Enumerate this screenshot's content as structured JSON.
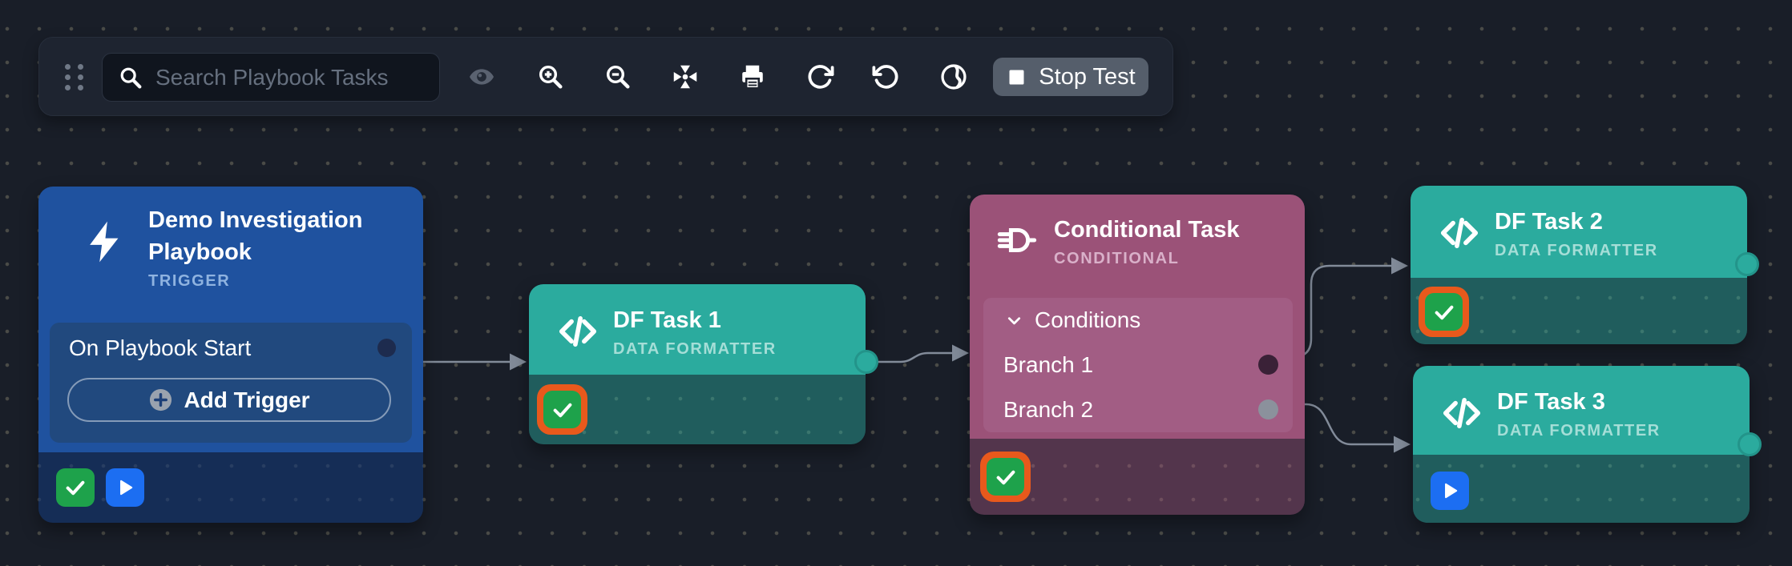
{
  "toolbar": {
    "search": {
      "placeholder": "Search Playbook Tasks",
      "value": ""
    },
    "stop_test_label": "Stop Test",
    "icon_names": [
      "drag-handle-icon",
      "search-icon",
      "eye-icon",
      "zoom-in-icon",
      "zoom-out-icon",
      "fit-view-icon",
      "print-icon",
      "redo-icon",
      "undo-icon",
      "globe-icon",
      "stop-icon"
    ]
  },
  "nodes": {
    "trigger": {
      "title": "Demo Investigation Playbook",
      "type_label": "TRIGGER",
      "start_row_label": "On Playbook Start",
      "add_trigger_label": "Add Trigger",
      "statuses": [
        "success",
        "run"
      ]
    },
    "df_task_1": {
      "title": "DF Task 1",
      "type_label": "DATA FORMATTER",
      "statuses": [
        "success-selected"
      ]
    },
    "conditional": {
      "title": "Conditional Task",
      "type_label": "CONDITIONAL",
      "conditions_label": "Conditions",
      "branches": [
        "Branch 1",
        "Branch 2"
      ],
      "statuses": [
        "success-selected"
      ]
    },
    "df_task_2": {
      "title": "DF Task 2",
      "type_label": "DATA FORMATTER",
      "statuses": [
        "success-selected"
      ]
    },
    "df_task_3": {
      "title": "DF Task 3",
      "type_label": "DATA FORMATTER",
      "statuses": [
        "run"
      ]
    }
  },
  "edges": [
    {
      "from": "trigger",
      "to": "df_task_1"
    },
    {
      "from": "df_task_1",
      "to": "conditional"
    },
    {
      "from": "conditional.branch_1",
      "to": "df_task_2"
    },
    {
      "from": "conditional.branch_2",
      "to": "df_task_3"
    }
  ],
  "colors": {
    "canvas_bg": "#191e28",
    "toolbar_bg": "#1e2430",
    "trigger_blue": "#1f529f",
    "trigger_panel_blue": "#21497e",
    "task_teal": "#2bab9e",
    "conditional_mauve": "#9b5278",
    "conditional_panel": "#a25d84",
    "success_green": "#1ea24b",
    "selected_ring_orange": "#e8591c",
    "run_blue": "#1c6ef2",
    "wire_gray": "#828b99",
    "stop_button_gray": "#555e6b"
  }
}
